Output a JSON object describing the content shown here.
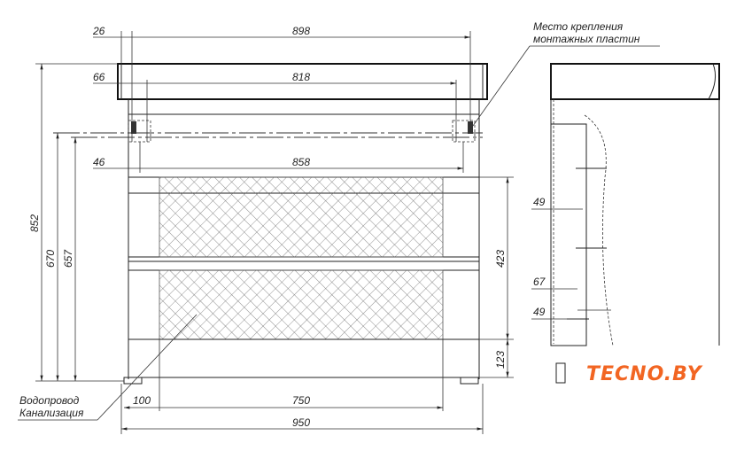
{
  "dimensions": {
    "top_offset": "26",
    "top_width": "898",
    "mount_offset": "66",
    "mount_width": "818",
    "inner_offset": "46",
    "inner_width": "858",
    "total_height": "852",
    "height_670": "670",
    "height_657": "657",
    "front_height": "423",
    "plinth_height": "123",
    "bottom_offset": "100",
    "bottom_width": "750",
    "total_width": "950",
    "side_49_top": "49",
    "side_67": "67",
    "side_49_bottom": "49"
  },
  "labels": {
    "mount_line1": "Место крепления",
    "mount_line2": "монтажных пластин",
    "water_line1": "Водопровод",
    "water_line2": "Канализация"
  },
  "logo": {
    "text": "TECNO.BY",
    "color": "#f26522"
  }
}
